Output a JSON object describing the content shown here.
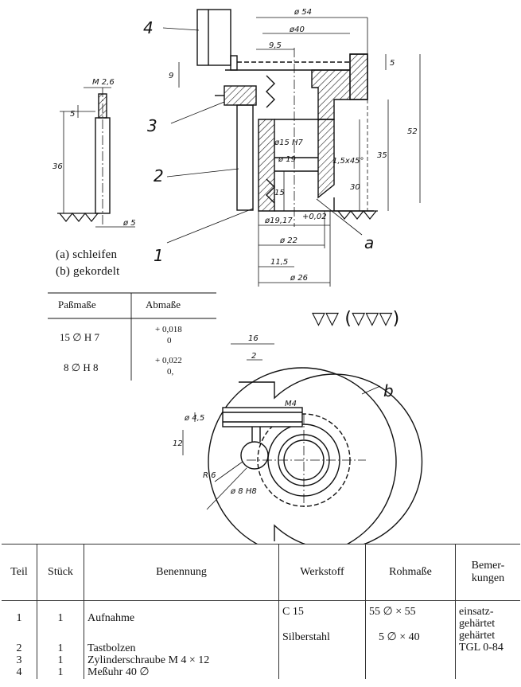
{
  "caption": {
    "a": "(a)  schleifen",
    "b": "(b)  gekordelt"
  },
  "fits": {
    "header": [
      "Paßmaße",
      "Abmaße"
    ],
    "rows": [
      {
        "nominal": "15 ∅ H 7",
        "upper": "+ 0,018",
        "lower": "0"
      },
      {
        "nominal": "8 ∅ H 8",
        "upper": "+ 0,022",
        "lower": "0,"
      }
    ]
  },
  "surface_symbol": "▽▽ (▽▽▽)",
  "part_labels": [
    "1",
    "2",
    "3",
    "4",
    "a",
    "b"
  ],
  "dimensions": {
    "phi54": "ø 54",
    "phi40": "ø40",
    "d95": "9,5",
    "d9": "9",
    "d5top": "5",
    "d52": "52",
    "d35": "35",
    "d30": "30",
    "d15": "15",
    "phi15h7": "ø15 H7",
    "phi19": "ø 19",
    "chamfer": "1,5x45°",
    "phi1917": "ø19,17",
    "tol002": "+0,02",
    "phi22": "ø 22",
    "d115": "11,5",
    "phi26": "ø 26",
    "m26": "M 2,6",
    "d5pin": "5",
    "d36": "36",
    "phi5": "ø 5",
    "d16": "16",
    "d2": "2",
    "phi45": "ø 4,5",
    "d12": "12",
    "r6": "R 6",
    "phi8h8": "ø 8 H8",
    "m4": "M4"
  },
  "bom": {
    "headers": [
      "Teil",
      "Stück",
      "Benennung",
      "Werkstoff",
      "Rohmaße",
      "Bemer-\nkungen"
    ],
    "teil": [
      "1",
      "2",
      "3",
      "4"
    ],
    "stueck": [
      "1",
      "1",
      "1",
      "1"
    ],
    "benennung": [
      "Aufnahme",
      "Tastbolzen",
      "Zylinderschraube  M 4 × 12",
      "Meßuhr 40 ∅"
    ],
    "werkstoff": [
      "C 15",
      "Silberstahl"
    ],
    "rohmasse": [
      "55 ∅ × 55",
      "5 ∅ × 40"
    ],
    "bemerkungen": [
      "einsatz-",
      "gehärtet",
      "gehärtet",
      "TGL  0-84"
    ]
  }
}
